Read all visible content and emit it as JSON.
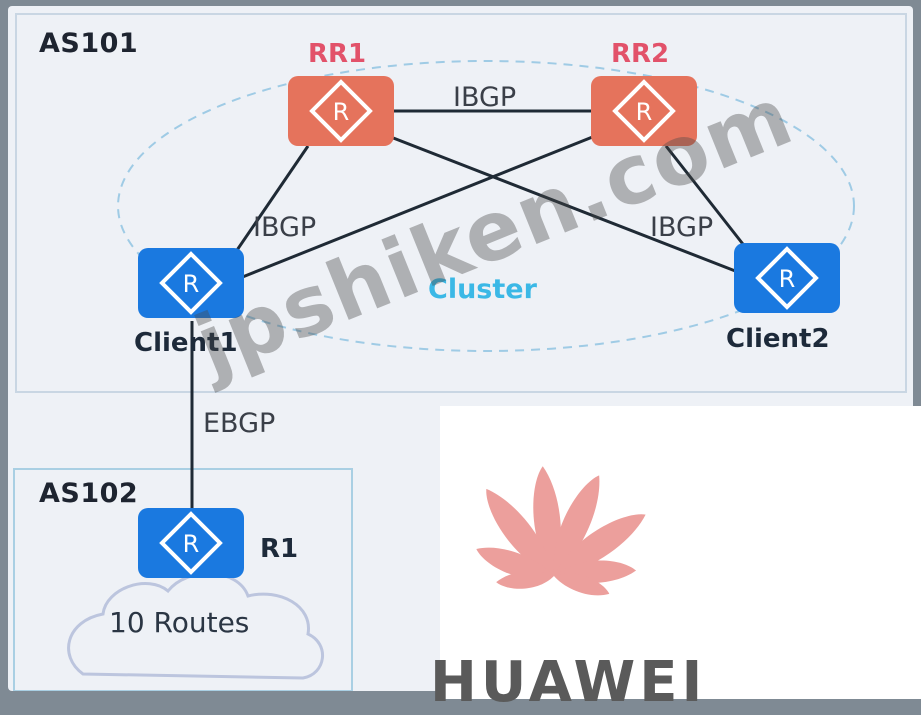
{
  "areas": {
    "as101": "AS101",
    "as102": "AS102"
  },
  "devices": {
    "rr1": "RR1",
    "rr2": "RR2",
    "client1": "Client1",
    "client2": "Client2",
    "r1": "R1"
  },
  "links": {
    "rr_ibgp": "IBGP",
    "left_ibgp": "IBGP",
    "right_ibgp": "IBGP",
    "ebgp": "EBGP"
  },
  "cluster_label": "Cluster",
  "routes_label": "10 Routes",
  "router_icon_letter": "R",
  "watermark": "jpshiken.com",
  "logo_text": "HUAWEI",
  "colors": {
    "rr_fill": "#e5735c",
    "client_fill": "#1a79e0",
    "rr_label": "#e2526a",
    "cluster_label": "#3bb8e6",
    "logo_petal": "#ec9f9c"
  }
}
